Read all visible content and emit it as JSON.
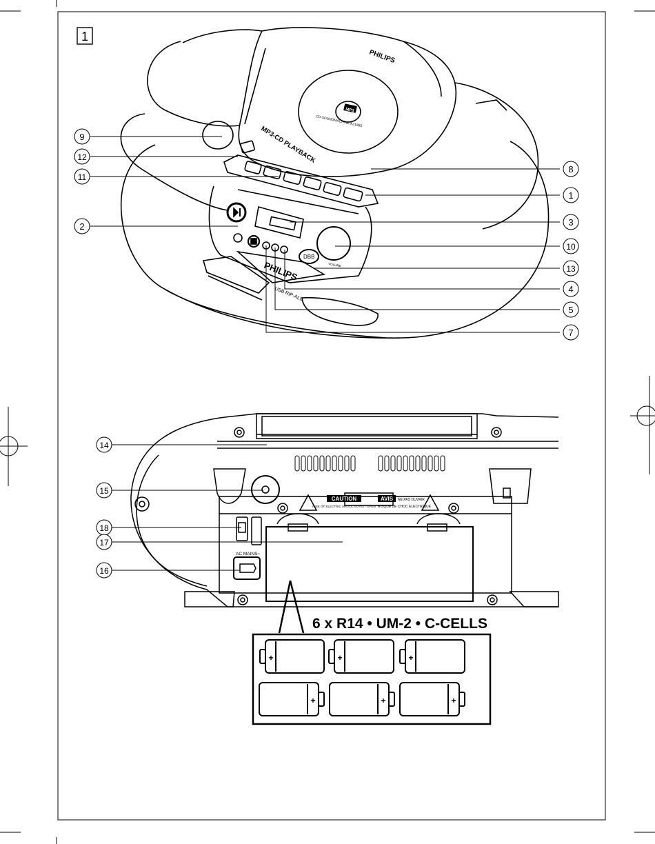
{
  "figure_number": "1",
  "callouts_top": [
    "9",
    "12",
    "11",
    "2",
    "8",
    "1",
    "3",
    "10",
    "13",
    "4",
    "5",
    "7"
  ],
  "callouts_bottom": [
    "14",
    "15",
    "18",
    "17",
    "16"
  ],
  "device_text": {
    "brand": "PHILIPS",
    "lid_label": "MP3-CD PLAYBACK",
    "model": "CD SOUNDMACHINE AZ1855",
    "mp3_badge": "MP3",
    "dbb": "DBB",
    "volume": "VOLUME",
    "usb_rip": "USB RIP-ALL"
  },
  "back_text": {
    "caution_title": "CAUTION",
    "caution_sub": "RISK OF ELECTRIC SHOCK DO NOT OPEN",
    "avis_title": "AVIS",
    "avis_sub1": "NE PAS OUVRIR",
    "avis_sub2": "RISQUE DE CHOC ELECTRIQUE",
    "ac_mains": "AC MAINS~"
  },
  "battery_spec": "6 x R14 • UM-2 • C-CELLS",
  "battery_plus": "+"
}
